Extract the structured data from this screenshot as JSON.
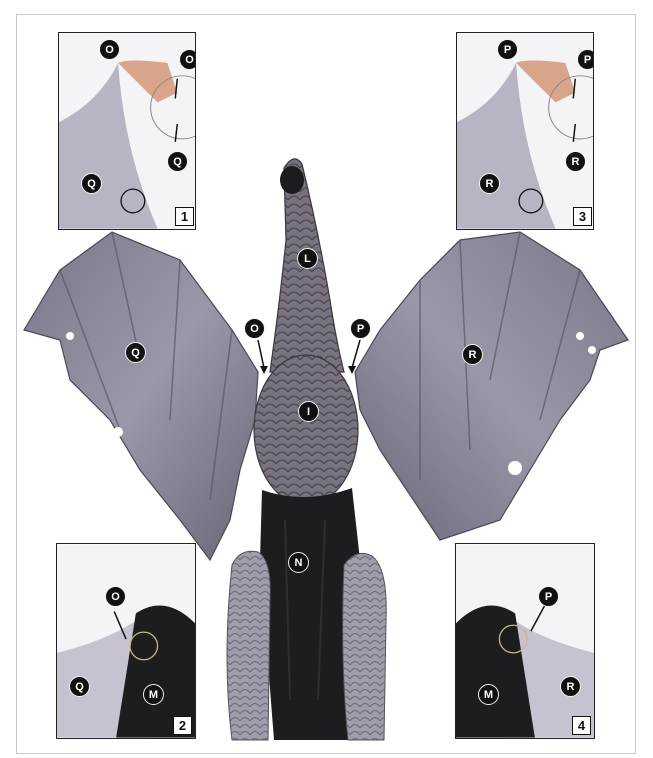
{
  "colors": {
    "wing": "#8d8799",
    "wing_dark": "#5f5a6c",
    "body_scales": "#6e6a74",
    "belly": "#8a8690",
    "black_cloth": "#1d1c1f",
    "leg": "#9a97a3",
    "marker_fill": "#111111",
    "marker_text": "#ffffff"
  },
  "main_labels": {
    "neck": "L",
    "chest": "I",
    "torso": "N",
    "left_wing": "Q",
    "right_wing": "R",
    "left_shoulder": "O",
    "right_shoulder": "P"
  },
  "insets": [
    {
      "step": "1",
      "labels": [
        "O",
        "O",
        "Q",
        "Q"
      ]
    },
    {
      "step": "3",
      "labels": [
        "P",
        "P",
        "R",
        "R"
      ]
    },
    {
      "step": "2",
      "labels": [
        "O",
        "Q",
        "M"
      ]
    },
    {
      "step": "4",
      "labels": [
        "P",
        "M",
        "R"
      ]
    }
  ]
}
